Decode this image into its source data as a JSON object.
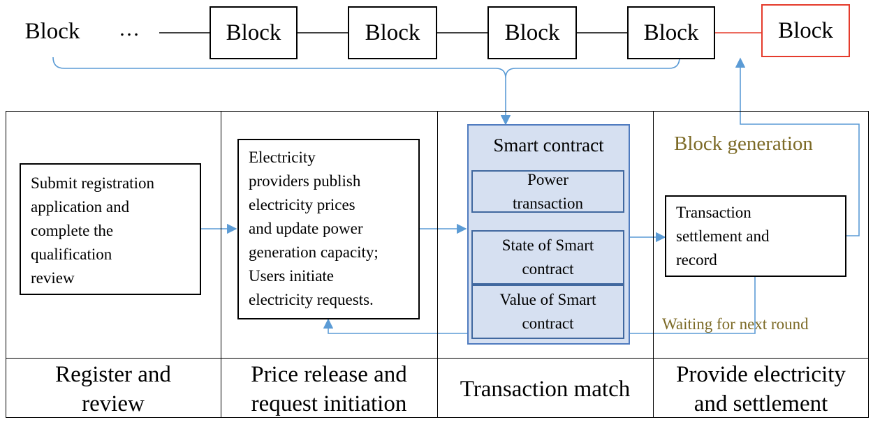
{
  "chain": {
    "blocks": [
      "Block",
      "Block",
      "Block",
      "Block",
      "Block",
      "Block"
    ],
    "ellipsis": "…"
  },
  "stages": {
    "register_box": [
      "Submit registration",
      "application and",
      "complete the",
      "qualification",
      "review"
    ],
    "price_box": [
      "Electricity",
      "providers publish",
      "electricity prices",
      "and update power",
      "generation capacity;",
      "Users initiate",
      "electricity requests."
    ],
    "smart_contract": {
      "title": "Smart contract",
      "power": [
        "Power",
        "transaction"
      ],
      "state": [
        "State of Smart",
        "contract"
      ],
      "value": [
        "Value of Smart",
        "contract"
      ]
    },
    "block_generation": "Block generation",
    "settlement_box": [
      "Transaction",
      "settlement and",
      "record"
    ],
    "waiting": "Waiting for next round"
  },
  "footer": {
    "register": [
      "Register and",
      "review"
    ],
    "price": [
      "Price release and",
      "request initiation"
    ],
    "match": "Transaction match",
    "provide": [
      "Provide electricity",
      "and settlement"
    ]
  },
  "colors": {
    "arrow": "#5b9bd5",
    "new_block": "#e53b2c",
    "olive_text": "#7c6a26",
    "contract_fill": "#d6e0f1"
  }
}
